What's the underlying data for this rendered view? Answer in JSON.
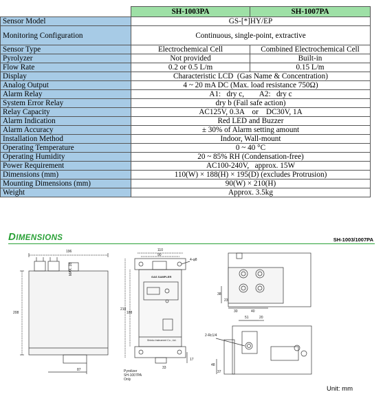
{
  "table": {
    "models": [
      "SH-1003PA",
      "SH-1007PA"
    ],
    "rows": [
      {
        "label": "Sensor Model",
        "values": [
          "GS-[*]HY/EP"
        ]
      },
      {
        "label": "Monitoring Configuration",
        "values": [
          "Continuous, single-point, extractive"
        ]
      },
      {
        "label": "Sensor Type",
        "values": [
          "Electrochemical Cell",
          "Combined Electrochemical Cell"
        ]
      },
      {
        "label": "Pyrolyzer",
        "values": [
          "Not provided",
          "Built-in"
        ]
      },
      {
        "label": "Flow Rate",
        "values": [
          "0.2 or 0.5 L/m",
          "0.15 L/m"
        ]
      },
      {
        "label": "Display",
        "values": [
          "Characteristic LCD  (Gas Name & Concentration)"
        ]
      },
      {
        "label": "Analog Output",
        "values": [
          "4 ~ 20 mA DC (Max. load resistance 750Ω)"
        ]
      },
      {
        "label": "Alarm Relay",
        "values": [
          "A1:   dry c,        A2:   dry c"
        ]
      },
      {
        "label": "System Error Relay",
        "values": [
          "dry b (Fail safe action)"
        ]
      },
      {
        "label": "Relay Capacity",
        "values": [
          "AC125V, 0.3A    or    DC30V, 1A"
        ]
      },
      {
        "label": "Alarm Indication",
        "values": [
          "Red LED and Buzzer"
        ]
      },
      {
        "label": "Alarm Accuracy",
        "values": [
          "± 30% of Alarm setting amount"
        ]
      },
      {
        "label": "Installation Method",
        "values": [
          "Indoor, Wall-mount"
        ]
      },
      {
        "label": "Operating Temperature",
        "values": [
          "0 ~ 40 °C"
        ]
      },
      {
        "label": "Operating Humidity",
        "values": [
          "20 ~ 85% RH (Condensation-free)"
        ]
      },
      {
        "label": "Power Requirement",
        "values": [
          "AC100-240V,   approx. 15W"
        ]
      },
      {
        "label": "Dimensions (mm)",
        "values": [
          "110(W) × 188(H) × 195(D) (excludes Protrusion)"
        ]
      },
      {
        "label": "Mounting Dimensions (mm)",
        "values": [
          "90(W) × 210(H)"
        ]
      },
      {
        "label": "Weight",
        "values": [
          "Approx. 3.5kg"
        ]
      }
    ]
  },
  "dimensions": {
    "title_initial": "D",
    "title_rest": "IMENSIONS",
    "model_ref": "SH-1003/1007PA",
    "unit_note": "Unit: mm",
    "colors": {
      "title_green": "#28a035",
      "label_blue": "#a7cbe6",
      "header_green": "#9ee0a6"
    },
    "side_view": {
      "width_dim": "196",
      "height_dim": "208",
      "bottom_dim": "87",
      "max_label": "MAX. 28"
    },
    "front_view": {
      "top_dim_outer": "110",
      "top_dim_inner": "90",
      "hole_label": "4-φ8",
      "left_dim_outer": "210",
      "left_dim_inner": "188",
      "brand": "GAS SAMPLER",
      "maker": "Shinko Instrument Co., Ltd.",
      "bottom_dim": "33",
      "right_dim": "17",
      "note": "Pyrolizer\nSH-1007PA\nOnly"
    },
    "top_view": {
      "dims": [
        "38",
        "23",
        "30",
        "40"
      ]
    },
    "bottom_view": {
      "dims": [
        "51",
        "20",
        "48",
        "37"
      ],
      "port_label": "2-Rc1/4"
    }
  }
}
